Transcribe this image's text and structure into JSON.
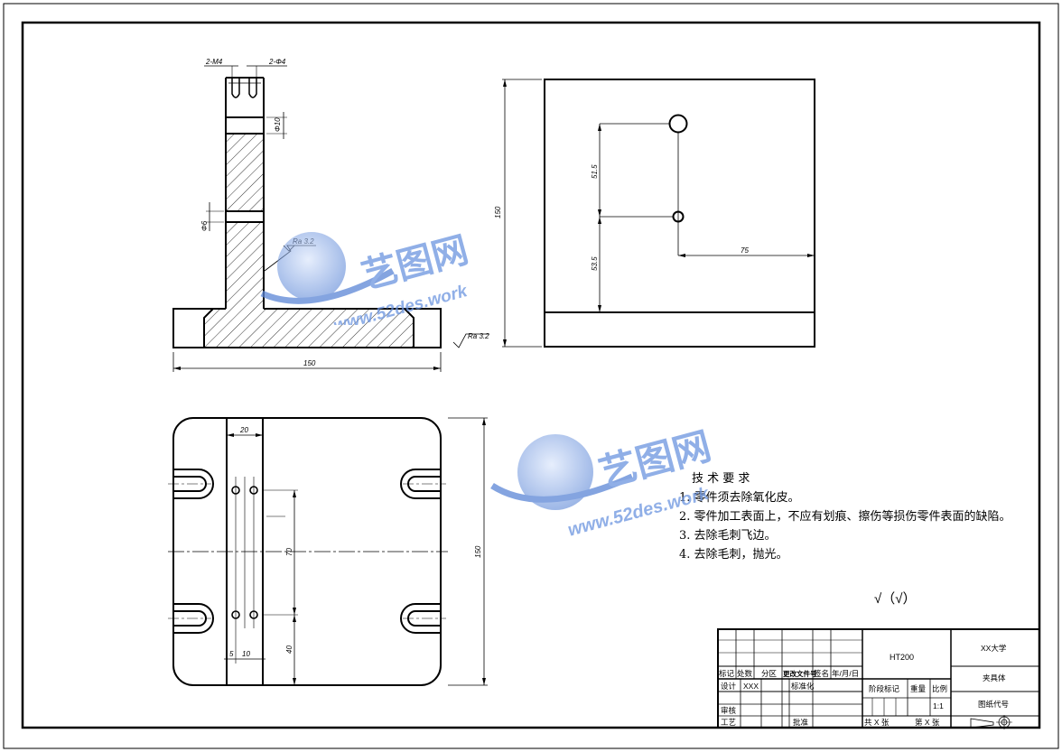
{
  "drawing": {
    "views": {
      "front": {
        "dims": {
          "slot_left": "2-M4",
          "slot_right": "2-Φ4",
          "hole_top": "Φ10",
          "hole_mid": "Φ6",
          "base_width": "150"
        },
        "roughness_fillet": "Ra 3.2",
        "roughness_base": "Ra 3.2"
      },
      "side": {
        "dims": {
          "height": "150",
          "upper_gap": "51.5",
          "lower_gap": "53.5",
          "offset": "75"
        }
      },
      "top": {
        "dims": {
          "rail_width": "20",
          "height": "150",
          "pitch": "70",
          "bottom": "40",
          "edge_a": "5",
          "edge_b": "10"
        }
      }
    },
    "tech_requirements": {
      "title": "技 术 要 求",
      "items": [
        "1. 零件须去除氧化皮。",
        "2. 零件加工表面上，不应有划痕、擦伤等损伤零件表面的缺陷。",
        "3. 去除毛刺飞边。",
        "4. 去除毛刺，抛光。"
      ],
      "roughness_symbol": "√（√）"
    },
    "title_block": {
      "material": "HT200",
      "university": "XX大学",
      "part_name": "夹具体",
      "drawing_code": "图纸代号",
      "scale": "1:1",
      "row_labels": [
        "标记",
        "处数",
        "分区",
        "更改文件号",
        "签名",
        "年/月/日"
      ],
      "designer_label": "设计",
      "designer": "XXX",
      "standardize_label": "标准化",
      "review_label": "审核",
      "process_label": "工艺",
      "approve_label": "批准",
      "stage_label": "阶段标记",
      "weight_label": "重量",
      "scale_label": "比例",
      "total_sheets": "共 X 张",
      "sheet_no": "第 X 张"
    },
    "watermark": {
      "brand": "艺图网",
      "url": "www.52des.work"
    },
    "colors": {
      "line": "#000000",
      "watermark": "#5b86d6"
    }
  }
}
